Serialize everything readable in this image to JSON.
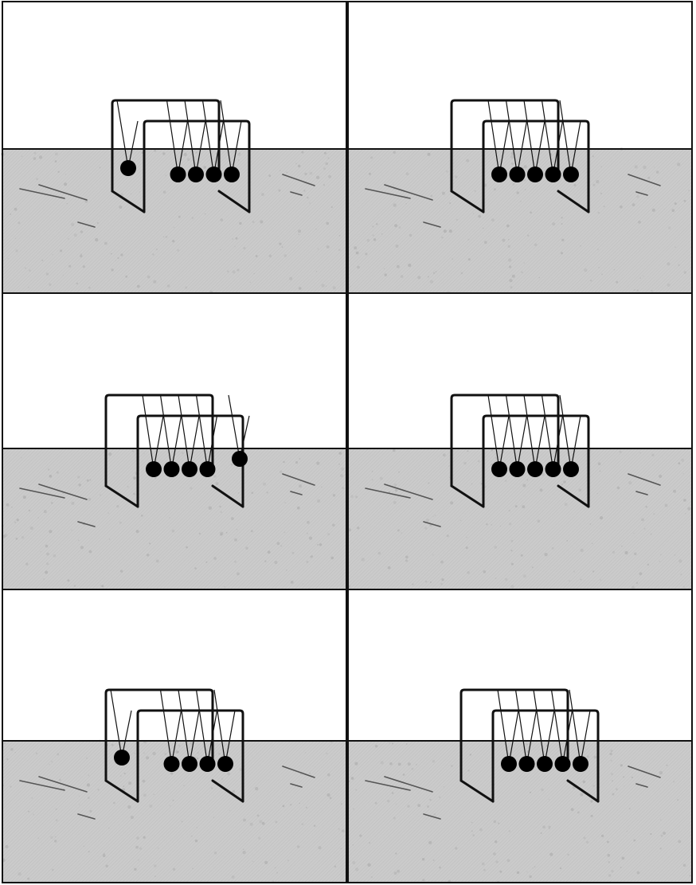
{
  "figure": {
    "rows": 3,
    "cols": 2,
    "colors": {
      "sky": "#ffffff",
      "table": "#c9c9c9",
      "table_speckle": "#a8a8a8",
      "ink": "#111111",
      "ball": "#000000"
    },
    "panels": [
      {
        "swing": "left",
        "ball_count": 5
      },
      {
        "swing": "none",
        "ball_count": 5
      },
      {
        "swing": "right",
        "ball_count": 5
      },
      {
        "swing": "none",
        "ball_count": 5
      },
      {
        "swing": "left",
        "ball_count": 5
      },
      {
        "swing": "none",
        "ball_count": 5
      }
    ]
  }
}
